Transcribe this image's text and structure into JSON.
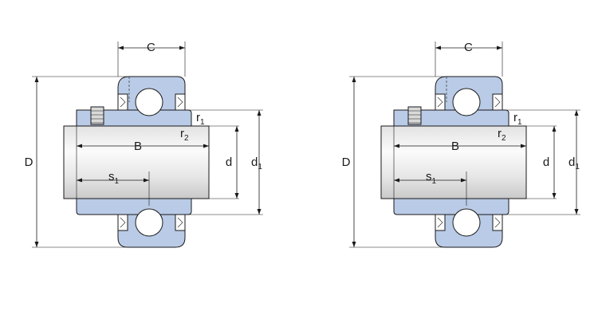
{
  "colors": {
    "ring_fill": "#b9cbe6",
    "shaft_light": "#f4f4f4",
    "shaft_dark": "#cfcfcf",
    "line": "#1a1a1a",
    "background": "#ffffff"
  },
  "labels": {
    "C": "C",
    "D": "D",
    "B": "B",
    "d": "d",
    "d1_main": "d",
    "d1_sub": "1",
    "r1_main": "r",
    "r1_sub": "1",
    "r2_main": "r",
    "r2_sub": "2",
    "s1_main": "s",
    "s1_sub": "1"
  },
  "views": [
    {
      "id": "left-view",
      "variant": "grub-screw"
    },
    {
      "id": "right-view",
      "variant": "grub-screw"
    }
  ]
}
